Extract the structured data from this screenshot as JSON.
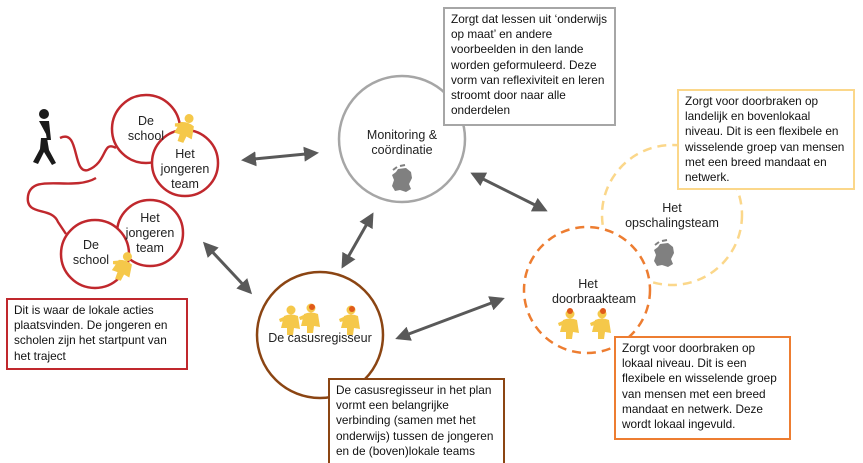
{
  "nodes": {
    "school_top": "De school",
    "youth_team_top": "Het jongeren team",
    "youth_team_bottom": "Het jongeren team",
    "school_bottom": "De school",
    "monitoring": "Monitoring & coördinatie",
    "case_manager": "De casusregisseur",
    "breakthrough_team": "Het doorbraakteam",
    "scaling_team": "Het opschalingsteam"
  },
  "boxes": {
    "monitoring_text": "Zorgt dat lessen uit ‘onderwijs op maat’ en andere voorbeelden in den lande worden geformuleerd. Deze vorm van reflexiviteit en leren stroomt door naar alle onderdelen",
    "scaling_text": "Zorgt voor doorbraken op landelijk en bovenlokaal niveau. Dit is een flexibele en wisselende groep van mensen met een breed mandaat en netwerk.",
    "local_text": "Dit is waar de lokale acties plaatsvinden. De jongeren en scholen zijn het startpunt van het traject",
    "breakthrough_text": "Zorgt voor doorbraken op lokaal niveau. Dit is een flexibele en wisselende groep van mensen met een breed mandaat en netwerk. Deze wordt lokaal ingevuld.",
    "case_manager_text": "De casusregisseur in het plan vormt een belangrijke verbinding (samen met het onderwijs) tussen de jongeren en de (boven)lokale teams"
  },
  "colors": {
    "red": "#c0282d",
    "grey": "#a6a6a6",
    "brown": "#8b4513",
    "orange": "#ed7d31",
    "light_orange": "#fbd78a",
    "arrow": "#595959",
    "figure_yellow": "#f5c84a",
    "map_grey": "#808080"
  },
  "icons": [
    "walking-person-icon",
    "youth-figure-icon",
    "netherlands-map-icon"
  ]
}
